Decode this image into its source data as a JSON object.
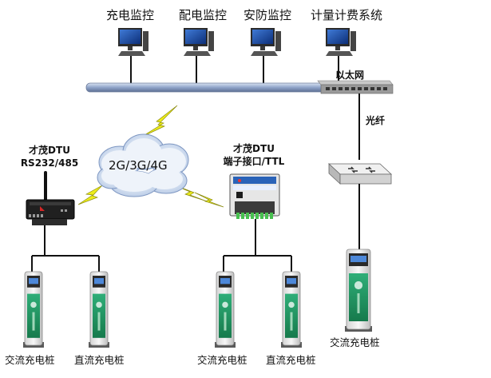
{
  "monitors": [
    {
      "label": "充电监控"
    },
    {
      "label": "配电监控"
    },
    {
      "label": "安防监控"
    },
    {
      "label": "计量计费系统"
    }
  ],
  "network": {
    "ethernet_label": "以太网",
    "fiber_label": "光纤",
    "wireless_label": "2G/3G/4G"
  },
  "dtu_left": {
    "line1": "才茂DTU",
    "line2": "RS232/485"
  },
  "dtu_middle": {
    "line1": "才茂DTU",
    "line2": "端子接口/TTL"
  },
  "chargers": [
    {
      "label": "交流充电桩"
    },
    {
      "label": "直流充电桩"
    },
    {
      "label": "交流充电桩"
    },
    {
      "label": "直流充电桩"
    },
    {
      "label": "交流充电桩"
    }
  ],
  "colors": {
    "bus_blue": "#8ea3c8",
    "charger_green": "#1f8f5f",
    "lightning_yellow": "#e6e600",
    "dtu_blue": "#2a63b8"
  }
}
